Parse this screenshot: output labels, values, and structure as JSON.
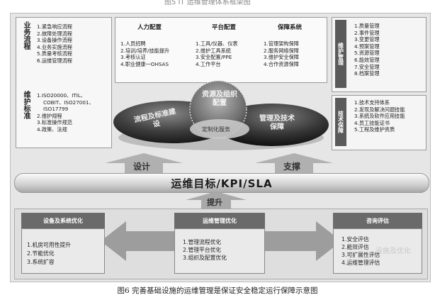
{
  "top_title": "图5  IT 运维管理体系框架图",
  "left_panel": {
    "business_label": "业务流程",
    "business_items": [
      "1.紧急响应流程",
      "2.故障处理流程",
      "3.设备操作流程",
      "4.业务实施流程",
      "5.质量考核流程",
      "6.运维管理流程"
    ],
    "standard_label": "维护标准",
    "standard_items": [
      "1.ISO20000、ITIL、",
      "COBIT、ISO27001、",
      "ISO17799",
      "2.维护规程",
      "3.标准操作规范",
      "4.政策、法规"
    ]
  },
  "center_panel": {
    "col1_head": "人力配置",
    "col1_items": [
      "1.人员招聘",
      "2.培训/培养/技能提升",
      "3.考核认证",
      "4.职业健康一OHSAS"
    ],
    "col2_head": "平台配置",
    "col2_items": [
      "1.工具/仪器、仪表",
      "2.维护工具系统",
      "3.安全配置/PPE",
      "4.工作平台"
    ],
    "col3_head": "保障系统",
    "col3_items": [
      "1.管理架构保障",
      "2.服务网络保障",
      "3.维护安全保障",
      "4.合作资源保障"
    ]
  },
  "ellipses": {
    "left": "流程及标准建设",
    "top": "资源及组织配置",
    "right": "管理及技术保障",
    "center": "定制化服务"
  },
  "right_panel": {
    "maint_label": "维护管理",
    "maint_items": [
      "1.质量管理",
      "2.事件管理",
      "3.变更管理",
      "4.预案管理",
      "5.资源管理",
      "6.能效管理",
      "7.安全管理",
      "8.档案管理"
    ],
    "tech_label": "技术保障",
    "tech_items": [
      "1.技术支持体系",
      "2.发现及解决问题技能",
      "3.系统及软件应用技能",
      "4.员工技能证书",
      "5.工程及维护资质"
    ]
  },
  "arrows": {
    "design": "设计",
    "support": "支撑",
    "improve": "提升"
  },
  "kpi_bar": "运维目标/KPI/SLA",
  "bottom": {
    "left_head": "设备及系统优化",
    "left_items": [
      "1.机房可用性提升",
      "2.节能优化",
      "3.系统扩容"
    ],
    "mid_head": "运维管理优化",
    "mid_items": [
      "1.管理流程优化",
      "2.管理平台优化",
      "3.组织及配置优化"
    ],
    "right_head": "咨询评估",
    "right_items": [
      "1.安全评估",
      "2.能效评估",
      "3.可扩展性评估",
      "4.运维管理评估"
    ],
    "watermark": "设施及优化"
  },
  "caption": "图6  完善基础设施的运维管理是保证安全稳定运行保障示意图"
}
